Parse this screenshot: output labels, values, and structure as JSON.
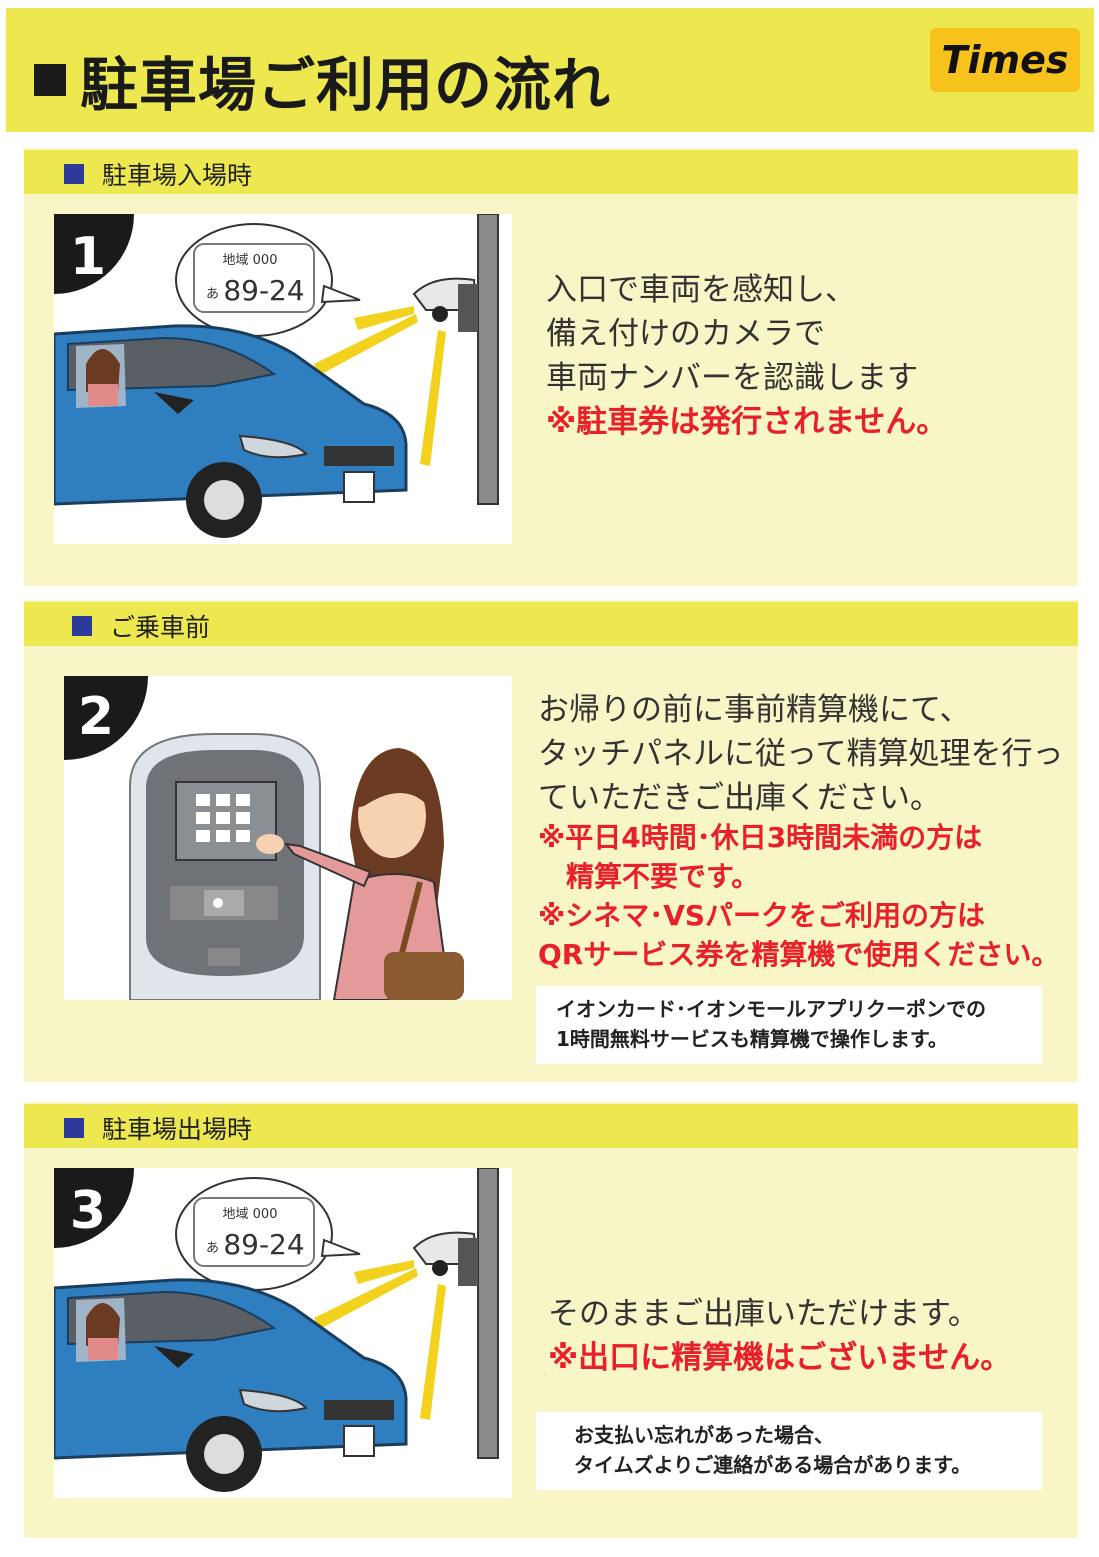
{
  "header": {
    "title": "駐車場ご利用の流れ",
    "logo_text": "Times",
    "bg_color": "#ede84f"
  },
  "steps": [
    {
      "number": "1",
      "heading": "駐車場入場時",
      "plate_region": "地域 000",
      "plate_kana": "あ",
      "plate_number": "89-24",
      "lines": [
        "入口で車両を感知し、",
        "備え付けのカメラで",
        "車両ナンバーを認識します"
      ],
      "red_lines": [
        "※駐車券は発行されません。"
      ]
    },
    {
      "number": "2",
      "heading": "ご乗車前",
      "lines": [
        "お帰りの前に事前精算機にて、",
        "タッチパネルに従って精算処理を行っ",
        "ていただきご出庫ください。"
      ],
      "red_lines": [
        "※平日4時間･休日3時間未満の方は",
        "　精算不要です。",
        "※シネマ･VSパークをご利用の方は",
        "QRサービス券を精算機で使用ください。"
      ],
      "note_lines": [
        "イオンカード･イオンモールアプリクーポンでの",
        "1時間無料サービスも精算機で操作します。"
      ]
    },
    {
      "number": "3",
      "heading": "駐車場出場時",
      "plate_region": "地域 000",
      "plate_kana": "あ",
      "plate_number": "89-24",
      "lines": [
        "そのままご出庫いただけます。"
      ],
      "red_lines": [
        "※出口に精算機はございません。"
      ],
      "note_lines": [
        "お支払い忘れがあった場合、",
        "タイムズよりご連絡がある場合があります。"
      ]
    }
  ],
  "colors": {
    "accent_yellow": "#ede84f",
    "section_bg": "#f8f6c6",
    "bullet_blue": "#2d3a9a",
    "warning_red": "#e8202a",
    "car_blue": "#2f7ec0"
  }
}
